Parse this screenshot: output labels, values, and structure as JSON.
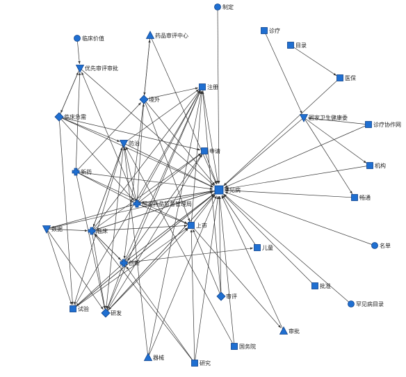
{
  "colors": {
    "node": "#1f6fd1",
    "node_stroke": "#0a3f8a",
    "edge": "#333333",
    "background": "#ffffff"
  },
  "nodes": [
    {
      "id": "dingjia",
      "label": "制定",
      "shape": "circle"
    },
    {
      "id": "linchuangjiazhi",
      "label": "临床价值",
      "shape": "circle"
    },
    {
      "id": "yaopinshenping",
      "label": "药品审评中心",
      "shape": "triangle"
    },
    {
      "id": "zhenliao",
      "label": "诊疗",
      "shape": "square"
    },
    {
      "id": "mulu",
      "label": "目录",
      "shape": "square"
    },
    {
      "id": "yibao",
      "label": "医保",
      "shape": "square"
    },
    {
      "id": "youxian",
      "label": "优先审评审批",
      "shape": "triangle-down"
    },
    {
      "id": "jingwai",
      "label": "境外",
      "shape": "diamond"
    },
    {
      "id": "zhuce",
      "label": "注册",
      "shape": "square"
    },
    {
      "id": "weisheng",
      "label": "国家卫生健康委",
      "shape": "triangle-down"
    },
    {
      "id": "xiezuo",
      "label": "诊疗协作网",
      "shape": "square"
    },
    {
      "id": "linchuangjixu",
      "label": "临床急需",
      "shape": "diamond"
    },
    {
      "id": "fangzhi",
      "label": "防治",
      "shape": "triangle-down"
    },
    {
      "id": "shenqing",
      "label": "申请",
      "shape": "square"
    },
    {
      "id": "jigou",
      "label": "机构",
      "shape": "square"
    },
    {
      "id": "xinyao",
      "label": "新药",
      "shape": "cross"
    },
    {
      "id": "hanjianbing",
      "label": "罕见病",
      "shape": "hub"
    },
    {
      "id": "zhuantong",
      "label": "畅通",
      "shape": "square"
    },
    {
      "id": "yaojianju",
      "label": "国家药品监督管理局",
      "shape": "cross"
    },
    {
      "id": "shuju",
      "label": "数据",
      "shape": "triangle-down"
    },
    {
      "id": "linchuang",
      "label": "临床",
      "shape": "cross"
    },
    {
      "id": "shangshi",
      "label": "上市",
      "shape": "square"
    },
    {
      "id": "mingdan",
      "label": "名单",
      "shape": "circle"
    },
    {
      "id": "ertong",
      "label": "儿童",
      "shape": "square"
    },
    {
      "id": "chuangxin",
      "label": "创新",
      "shape": "cross"
    },
    {
      "id": "pizhun",
      "label": "批准",
      "shape": "square"
    },
    {
      "id": "hanjianmulu",
      "label": "罕见病目录",
      "shape": "circle"
    },
    {
      "id": "shenping",
      "label": "审评",
      "shape": "diamond"
    },
    {
      "id": "shiyan",
      "label": "试验",
      "shape": "square"
    },
    {
      "id": "yanfa",
      "label": "研发",
      "shape": "diamond"
    },
    {
      "id": "shenpi",
      "label": "审批",
      "shape": "triangle"
    },
    {
      "id": "guowuyuan",
      "label": "国务院",
      "shape": "square"
    },
    {
      "id": "qixie",
      "label": "器械",
      "shape": "triangle"
    },
    {
      "id": "yanjiu",
      "label": "研究",
      "shape": "square"
    }
  ],
  "edges": [
    [
      "dingjia",
      "hanjianbing"
    ],
    [
      "zhenliao",
      "weisheng"
    ],
    [
      "mulu",
      "yibao"
    ],
    [
      "yibao",
      "hanjianbing"
    ],
    [
      "weisheng",
      "hanjianbing"
    ],
    [
      "weisheng",
      "jigou"
    ],
    [
      "weisheng",
      "zhuantong"
    ],
    [
      "xiezuo",
      "weisheng"
    ],
    [
      "xiezuo",
      "hanjianbing"
    ],
    [
      "jigou",
      "hanjianbing"
    ],
    [
      "zhuantong",
      "hanjianbing"
    ],
    [
      "mingdan",
      "hanjianbing"
    ],
    [
      "pizhun",
      "hanjianbing"
    ],
    [
      "hanjianmulu",
      "hanjianbing"
    ],
    [
      "ertong",
      "hanjianbing"
    ],
    [
      "shenping",
      "hanjianbing"
    ],
    [
      "shenpi",
      "hanjianbing"
    ],
    [
      "guowuyuan",
      "hanjianbing"
    ],
    [
      "yanjiu",
      "hanjianbing"
    ],
    [
      "qixie",
      "hanjianbing"
    ],
    [
      "zhuce",
      "hanjianbing"
    ],
    [
      "shenqing",
      "hanjianbing"
    ],
    [
      "shangshi",
      "hanjianbing"
    ],
    [
      "yaojianju",
      "hanjianbing"
    ],
    [
      "jingwai",
      "hanjianbing"
    ],
    [
      "fangzhi",
      "hanjianbing"
    ],
    [
      "linchuangjixu",
      "hanjianbing"
    ],
    [
      "xinyao",
      "hanjianbing"
    ],
    [
      "shuju",
      "hanjianbing"
    ],
    [
      "linchuang",
      "hanjianbing"
    ],
    [
      "chuangxin",
      "hanjianbing"
    ],
    [
      "shiyan",
      "hanjianbing"
    ],
    [
      "yanfa",
      "hanjianbing"
    ],
    [
      "youxian",
      "hanjianbing"
    ],
    [
      "yaopinshenping",
      "hanjianbing"
    ],
    [
      "linchuangjiazhi",
      "youxian"
    ],
    [
      "youxian",
      "linchuangjixu"
    ],
    [
      "linchuangjixu",
      "youxian"
    ],
    [
      "linchuangjixu",
      "shiyan"
    ],
    [
      "linchuangjixu",
      "fangzhi"
    ],
    [
      "linchuangjixu",
      "shenqing"
    ],
    [
      "linchuangjixu",
      "yaojianju"
    ],
    [
      "xinyao",
      "youxian"
    ],
    [
      "xinyao",
      "jingwai"
    ],
    [
      "xinyao",
      "shangshi"
    ],
    [
      "xinyao",
      "yanfa"
    ],
    [
      "xinyao",
      "yaojianju"
    ],
    [
      "yaopinshenping",
      "jingwai"
    ],
    [
      "jingwai",
      "yaopinshenping"
    ],
    [
      "jingwai",
      "zhuce"
    ],
    [
      "jingwai",
      "shangshi"
    ],
    [
      "jingwai",
      "chuangxin"
    ],
    [
      "fangzhi",
      "zhuce"
    ],
    [
      "fangzhi",
      "shiyan"
    ],
    [
      "fangzhi",
      "yanfa"
    ],
    [
      "fangzhi",
      "linchuang"
    ],
    [
      "yaojianju",
      "zhuce"
    ],
    [
      "yaojianju",
      "shenqing"
    ],
    [
      "yaojianju",
      "shangshi"
    ],
    [
      "yaojianju",
      "jingwai"
    ],
    [
      "yaojianju",
      "youxian"
    ],
    [
      "yaojianju",
      "fangzhi"
    ],
    [
      "shuju",
      "linchuang"
    ],
    [
      "shuju",
      "shiyan"
    ],
    [
      "shuju",
      "yanfa"
    ],
    [
      "shuju",
      "yaojianju"
    ],
    [
      "linchuang",
      "shangshi"
    ],
    [
      "linchuang",
      "yanfa"
    ],
    [
      "linchuang",
      "shenqing"
    ],
    [
      "linchuang",
      "fangzhi"
    ],
    [
      "linchuang",
      "zhuce"
    ],
    [
      "linchuang",
      "chuangxin"
    ],
    [
      "chuangxin",
      "zhuce"
    ],
    [
      "chuangxin",
      "shenqing"
    ],
    [
      "chuangxin",
      "ertong"
    ],
    [
      "chuangxin",
      "yanfa"
    ],
    [
      "chuangxin",
      "shiyan"
    ],
    [
      "chuangxin",
      "linchuang"
    ],
    [
      "shangshi",
      "shenpi"
    ],
    [
      "shangshi",
      "zhuce"
    ],
    [
      "shenping",
      "zhuce"
    ],
    [
      "shenping",
      "shangshi"
    ],
    [
      "qixie",
      "zhuce"
    ],
    [
      "qixie",
      "fangzhi"
    ],
    [
      "yanjiu",
      "shangshi"
    ],
    [
      "yanjiu",
      "linchuang"
    ],
    [
      "yanjiu",
      "chuangxin"
    ],
    [
      "guowuyuan",
      "fangzhi"
    ],
    [
      "shiyan",
      "shangshi"
    ],
    [
      "shiyan",
      "zhuce"
    ],
    [
      "yanfa",
      "shenqing"
    ],
    [
      "yanfa",
      "zhuce"
    ],
    [
      "yanfa",
      "shangshi"
    ],
    [
      "hanjianbing",
      "yanfa"
    ],
    [
      "hanjianbing",
      "shiyan"
    ],
    [
      "hanjianbing",
      "chuangxin"
    ],
    [
      "hanjianbing",
      "linchuang"
    ],
    [
      "hanjianbing",
      "yaojianju"
    ]
  ]
}
